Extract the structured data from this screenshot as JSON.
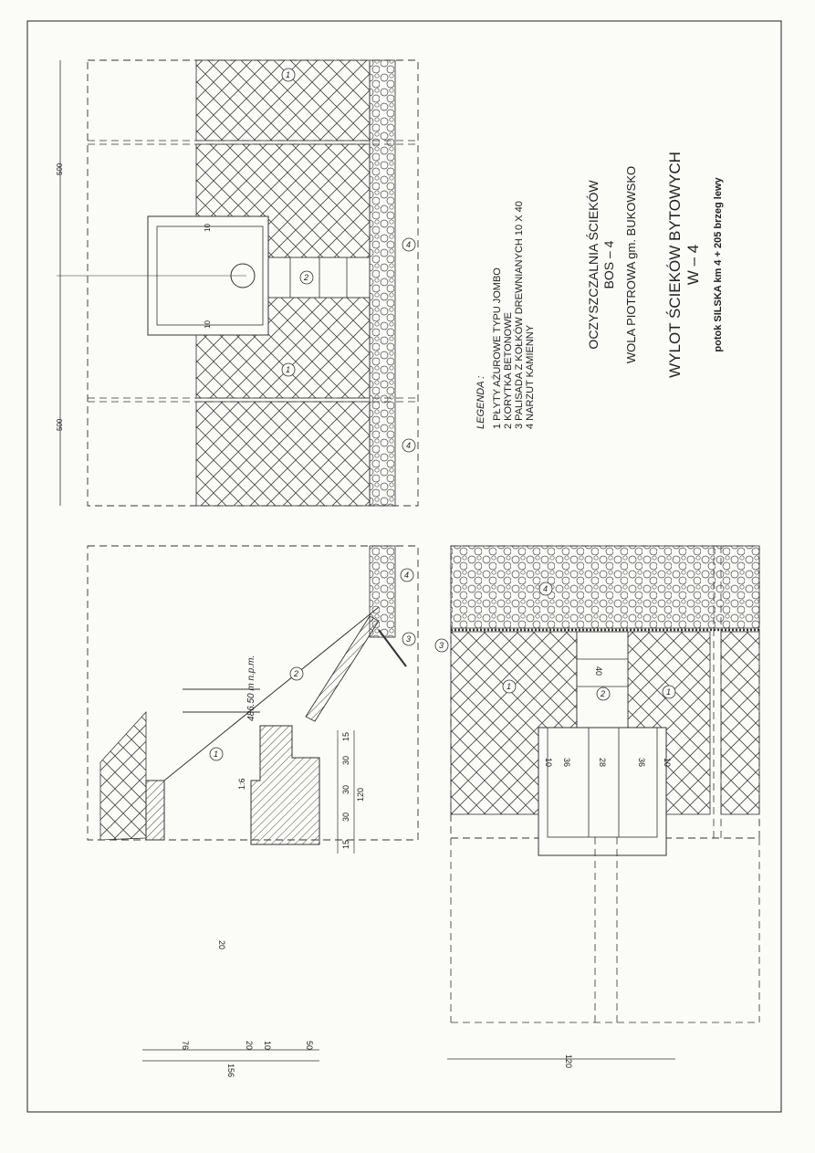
{
  "legend": {
    "title": "LEGENDA :",
    "items": [
      "1 PŁYTY AŻUROWE TYPU JOMBO",
      "2 KORYTKA BETONOWE",
      "3 PALISADA Z KOŁKÓW DREWNIANYCH 10 X 40",
      "4 NARZUT KAMIENNY"
    ]
  },
  "title_block": {
    "line1": "OCZYSZCZALNIA  ŚCIEKÓW",
    "line2": "BOS – 4",
    "line3": "WOLA PIOTROWA  gm.  BUKOWSKO",
    "line4": "WYLOT  ŚCIEKÓW  BYTOWYCH",
    "line5": "W – 4",
    "line6": "potok SILSKA km 4 + 205 brzeg lewy"
  },
  "elevation": {
    "level": "486.50 m n.p.m.",
    "slope": "1:6"
  },
  "dimensions": {
    "front_left": "500",
    "front_right": "500",
    "front_10a": "10",
    "front_10b": "10",
    "sec_15a": "15",
    "sec_30a": "30",
    "sec_30b": "30",
    "sec_30c": "30",
    "sec_15b": "15",
    "sec_120": "120",
    "sec_20": "20",
    "bot_50": "50",
    "bot_10": "10",
    "bot_20": "20",
    "bot_76": "76",
    "bot_156": "156",
    "plan_120": "120",
    "plan_40": "40",
    "plan_10a": "10",
    "plan_36a": "36",
    "plan_28": "28",
    "plan_36b": "36",
    "plan_10b": "10"
  },
  "markers": {
    "m1": "1",
    "m2": "2",
    "m3": "3",
    "m4": "4"
  }
}
